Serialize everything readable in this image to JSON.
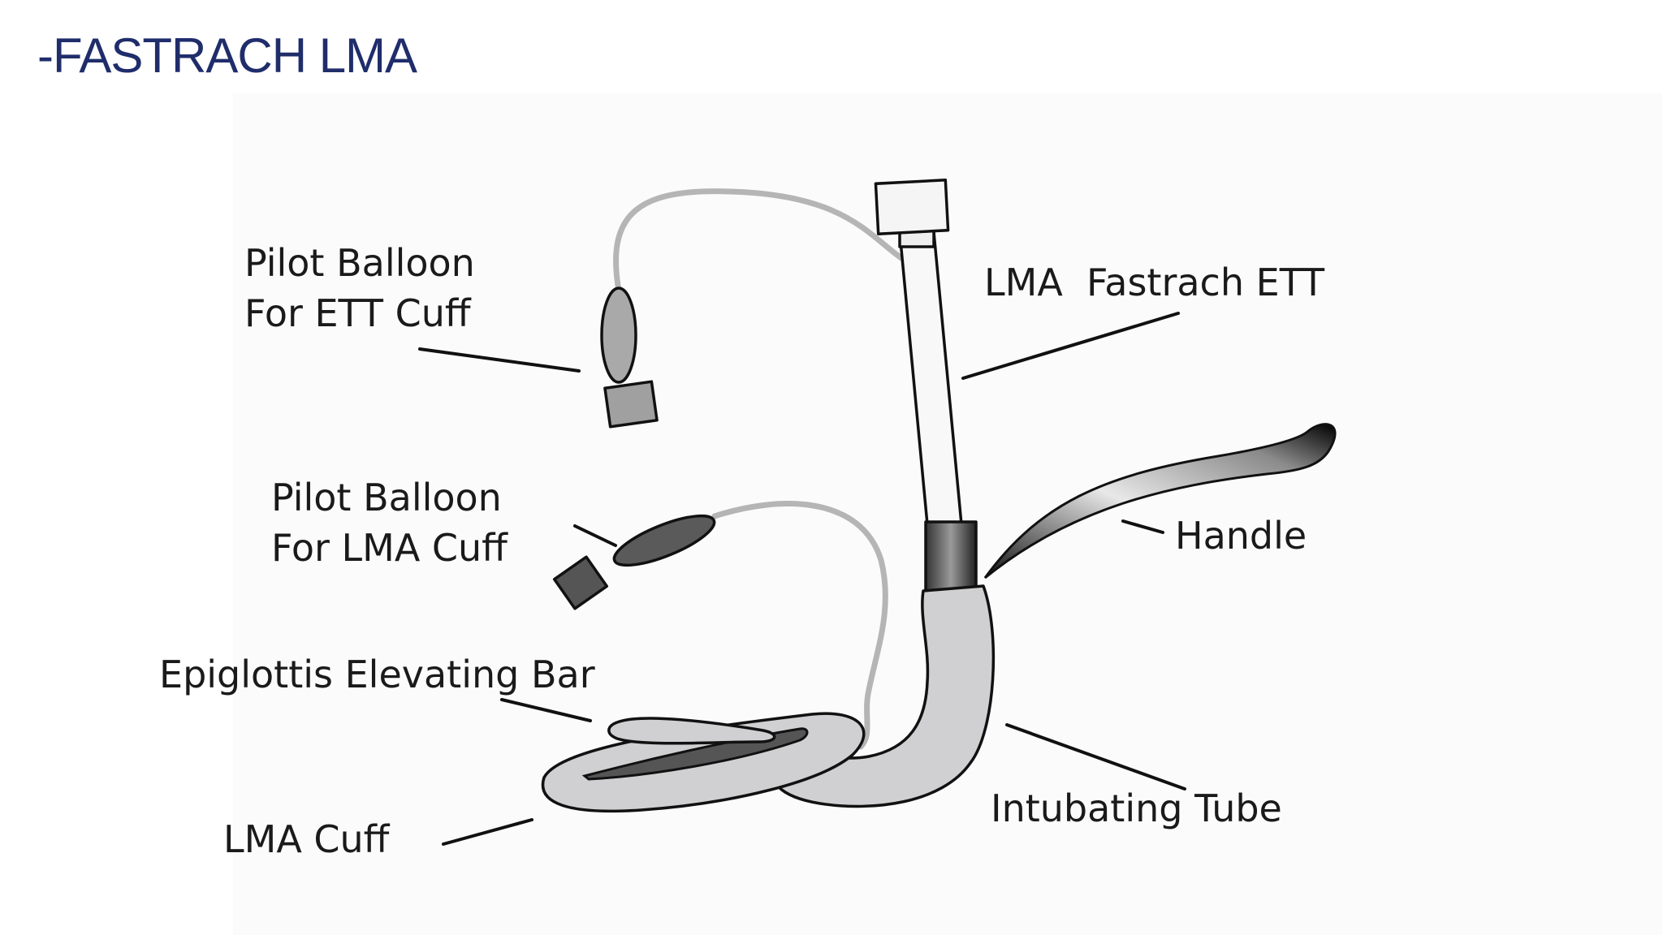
{
  "slide": {
    "title": "-FASTRACH LMA"
  },
  "diagram": {
    "labels": {
      "pilot_balloon_ett_line1": "Pilot Balloon",
      "pilot_balloon_ett_line2": "For ETT Cuff",
      "pilot_balloon_lma_line1": "Pilot Balloon",
      "pilot_balloon_lma_line2": "For LMA Cuff",
      "epiglottis_elevating_bar": "Epiglottis Elevating Bar",
      "lma_cuff": "LMA Cuff",
      "lma_fastrach_ett": "LMA  Fastrach ETT",
      "handle": "Handle",
      "intubating_tube": "Intubating Tube"
    },
    "colors": {
      "title": "#1f2d6b",
      "tube_gray": "#d0d0d2",
      "balloon_ett": "#a9a9a9",
      "balloon_lma": "#5a5a5a",
      "outline": "#111111"
    }
  }
}
